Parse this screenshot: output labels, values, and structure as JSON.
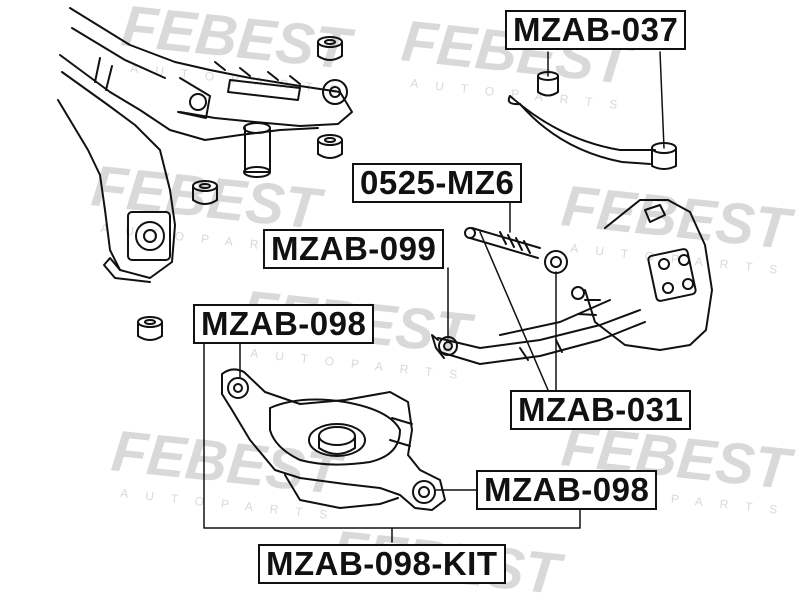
{
  "watermark": {
    "brand": "FEBEST",
    "sub": "AUTOPARTS",
    "color": "#d6d6d6"
  },
  "labels": {
    "mzab_037": "MZAB-037",
    "mz6_0525": "0525-MZ6",
    "mzab_099": "MZAB-099",
    "mzab_098_left": "MZAB-098",
    "mzab_031": "MZAB-031",
    "mzab_098_right": "MZAB-098",
    "mzab_098_kit": "MZAB-098-KIT"
  },
  "colors": {
    "line": "#111111",
    "background": "#ffffff"
  }
}
